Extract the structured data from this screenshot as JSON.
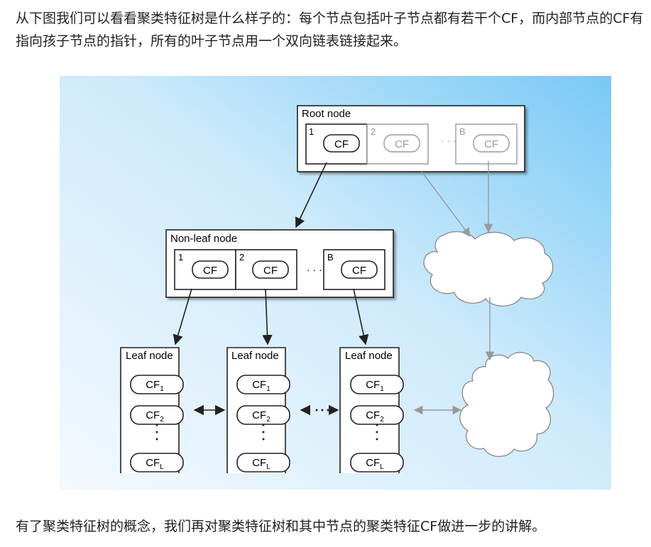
{
  "intro_text": "从下图我们可以看看聚类特征树是什么样子的：每个节点包括叶子节点都有若干个CF，而内部节点的CF有指向孩子节点的指针，所有的叶子节点用一个双向链表链接起来。",
  "outro_text": "有了聚类特征树的概念，我们再对聚类特征树和其中节点的聚类特征CF做进一步的讲解。",
  "diagram": {
    "root_node": {
      "title": "Root node",
      "entries": [
        {
          "index": "1",
          "label": "CF"
        },
        {
          "index": "2",
          "label": "CF"
        },
        {
          "index": "B",
          "label": "CF"
        }
      ]
    },
    "nonleaf_node": {
      "title": "Non-leaf node",
      "entries": [
        {
          "index": "1",
          "label": "CF"
        },
        {
          "index": "2",
          "label": "CF"
        },
        {
          "index": "B",
          "label": "CF"
        }
      ]
    },
    "leaf_nodes": [
      {
        "title": "Leaf node",
        "entries": [
          "CF1",
          "CF2",
          "CFL"
        ]
      },
      {
        "title": "Leaf node",
        "entries": [
          "CF1",
          "CF2",
          "CFL"
        ]
      },
      {
        "title": "Leaf node",
        "entries": [
          "CF1",
          "CF2",
          "CFL"
        ]
      }
    ],
    "ellipsis": "· · ·",
    "cf_base": "CF",
    "subscripts": [
      "1",
      "2",
      "L"
    ],
    "colors": {
      "bg_light": "#eef6fd",
      "bg_dark": "#7fcdf7",
      "stroke": "#222222",
      "faded": "#999999"
    }
  }
}
